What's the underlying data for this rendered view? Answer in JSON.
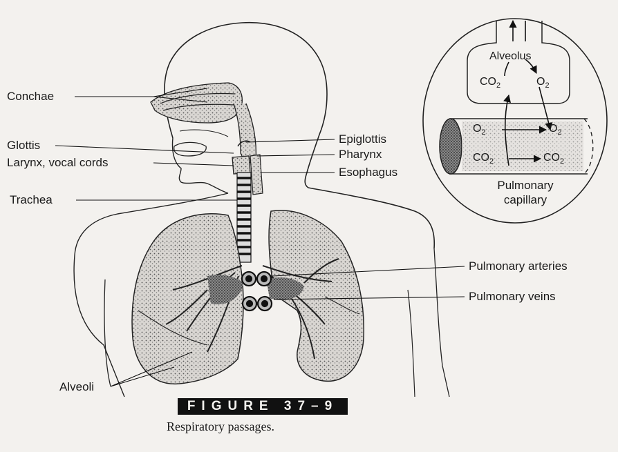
{
  "labels": {
    "conchae": "Conchae",
    "glottis": "Glottis",
    "larynx": "Larynx, vocal cords",
    "trachea": "Trachea",
    "epiglottis": "Epiglottis",
    "pharynx": "Pharynx",
    "esophagus": "Esophagus",
    "pulmonary_arteries": "Pulmonary arteries",
    "pulmonary_veins": "Pulmonary veins",
    "alveoli": "Alveoli"
  },
  "inset": {
    "alveolus": "Alveolus",
    "co2_upper": "CO",
    "o2_upper": "O",
    "o2_left": "O",
    "o2_right": "O",
    "co2_left": "CO",
    "co2_right": "CO",
    "subscript": "2",
    "capillary_title_line1": "Pulmonary",
    "capillary_title_line2": "capillary"
  },
  "figure": {
    "banner": "FIGURE 37–9",
    "caption": "Respiratory passages."
  }
}
